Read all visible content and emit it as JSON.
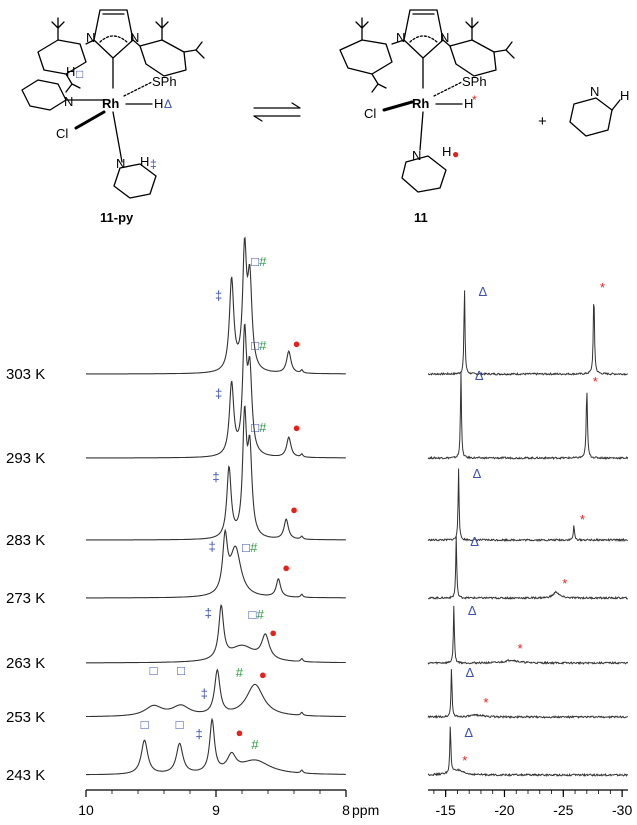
{
  "scheme": {
    "left_compound_label": "11-py",
    "right_compound_label": "11",
    "plus_sign": "+",
    "atoms": {
      "rh": "Rh",
      "n": "N",
      "cl": "Cl",
      "sph": "SPh",
      "h": "H"
    }
  },
  "markers": {
    "square": "□",
    "hash": "#",
    "dagger": "‡",
    "circle": "●",
    "triangle": "Δ",
    "star": "*"
  },
  "colors": {
    "square": "#3a4fb0",
    "hash": "#2a9a3a",
    "dagger": "#3a4fb0",
    "circle": "#e8201a",
    "triangle": "#3a4fb0",
    "star": "#e8201a",
    "trace": "#333333"
  },
  "chart_data": [
    {
      "type": "line",
      "title": "",
      "xlabel": "ppm",
      "x_ticks": [
        "10",
        "9",
        "8"
      ],
      "xlim": [
        10,
        8
      ],
      "series_labels": [
        "303 K",
        "293 K",
        "283 K",
        "273 K",
        "263 K",
        "253 K",
        "243 K"
      ],
      "peaks": [
        {
          "temperature": "303 K",
          "peak_ppm": [
            8.88,
            8.78,
            8.74,
            8.44
          ],
          "markers": {
            "dagger": 8.88,
            "square_hash": 8.78,
            "circle": 8.44
          }
        },
        {
          "temperature": "293 K",
          "peak_ppm": [
            8.88,
            8.78,
            8.74,
            8.44
          ],
          "markers": {
            "dagger": 8.88,
            "square_hash": 8.78,
            "circle": 8.44
          }
        },
        {
          "temperature": "283 K",
          "peak_ppm": [
            8.9,
            8.78,
            8.74,
            8.46
          ],
          "markers": {
            "dagger": 8.9,
            "square_hash": 8.78,
            "circle": 8.46
          }
        },
        {
          "temperature": "273 K",
          "peak_ppm": [
            8.93,
            8.85,
            8.52
          ],
          "markers": {
            "dagger": 8.93,
            "square_hash": 8.85,
            "circle": 8.52
          }
        },
        {
          "temperature": "263 K",
          "peak_ppm": [
            8.96,
            8.8,
            8.62
          ],
          "markers": {
            "dagger": 8.96,
            "square_hash": 8.8,
            "circle": 8.62
          }
        },
        {
          "temperature": "253 K",
          "peak_ppm": [
            9.48,
            9.27,
            8.99,
            8.7
          ],
          "markers": {
            "square": [
              9.48,
              9.27
            ],
            "dagger": 8.99,
            "hash": 8.82,
            "circle": 8.7
          }
        },
        {
          "temperature": "243 K",
          "peak_ppm": [
            9.55,
            9.28,
            9.03,
            8.88,
            8.7
          ],
          "markers": {
            "square": [
              9.55,
              9.28
            ],
            "dagger": 9.03,
            "circle": 8.88,
            "hash": 8.7
          }
        }
      ]
    },
    {
      "type": "line",
      "title": "",
      "xlabel": "",
      "x_ticks": [
        "-15",
        "-20",
        "-25",
        "-30"
      ],
      "xlim": [
        -13.5,
        -30.5
      ],
      "series_labels": [
        "303 K",
        "293 K",
        "283 K",
        "273 K",
        "263 K",
        "253 K",
        "243 K"
      ],
      "peaks": [
        {
          "temperature": "303 K",
          "triangle_ppm": -16.6,
          "star_ppm": -27.6
        },
        {
          "temperature": "293 K",
          "triangle_ppm": -16.3,
          "star_ppm": -27.0
        },
        {
          "temperature": "283 K",
          "triangle_ppm": -16.1,
          "star_ppm": -25.9
        },
        {
          "temperature": "273 K",
          "triangle_ppm": -15.9,
          "star_ppm": -24.4
        },
        {
          "temperature": "263 K",
          "triangle_ppm": -15.7,
          "star_ppm": -20.6
        },
        {
          "temperature": "253 K",
          "triangle_ppm": -15.5,
          "star_ppm": -17.7
        },
        {
          "temperature": "243 K",
          "triangle_ppm": -15.4,
          "star_ppm": -15.9
        }
      ]
    }
  ]
}
